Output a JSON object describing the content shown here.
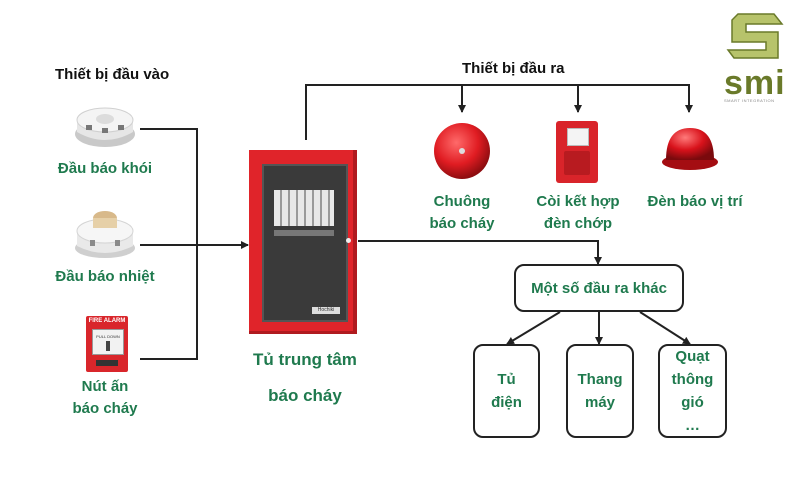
{
  "headings": {
    "inputs": "Thiết bị đầu vào",
    "outputs": "Thiết bị đầu ra"
  },
  "inputs": {
    "smoke": "Đầu báo khói",
    "heat": "Đầu báo nhiệt",
    "call_point_line1": "Nút ấn",
    "call_point_line2": "báo cháy",
    "call_point_sign_fire": "FIRE",
    "call_point_sign_alarm": "ALARM",
    "call_point_pull": "PULL DOWN"
  },
  "panel": {
    "line1": "Tủ trung tâm",
    "line2": "báo cháy",
    "brand": "Hochiki"
  },
  "outputs": {
    "bell_line1": "Chuông",
    "bell_line2": "báo cháy",
    "horn_line1": "Còi kết hợp",
    "horn_line2": "đèn chớp",
    "beacon": "Đèn báo vị trí"
  },
  "other_outputs": {
    "title": "Một số đầu ra khác",
    "cabinet_line1": "Tủ",
    "cabinet_line2": "điện",
    "elevator_line1": "Thang",
    "elevator_line2": "máy",
    "fan_line1": "Quạt",
    "fan_line2": "thông",
    "fan_line3": "gió",
    "fan_line4": "…"
  },
  "logo": {
    "text": "smi",
    "tagline": "SMART INTEGRATION"
  },
  "colors": {
    "accent_green": "#1f7a4e",
    "panel_red": "#e0242a",
    "line": "#222222"
  }
}
